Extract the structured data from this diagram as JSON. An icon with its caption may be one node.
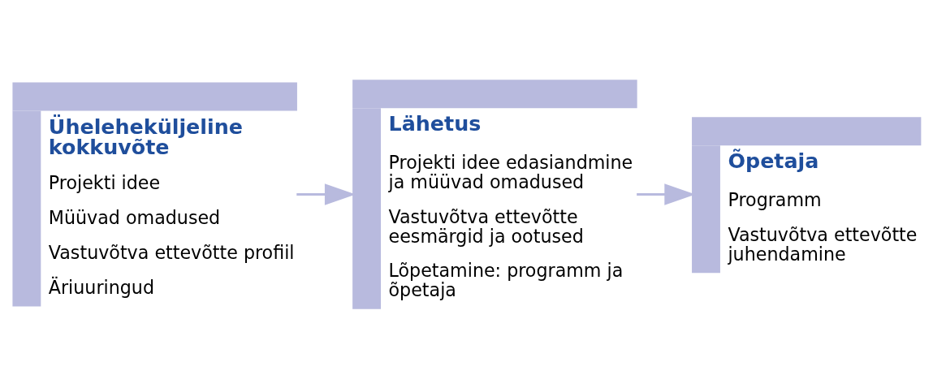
{
  "diagram": {
    "nodes": [
      {
        "text": [
          "Üheleheküljeline kokkuvõte",
          "Projekti idee",
          "Müüvad omadused",
          "Vastuvõtva ettevõtte profiil",
          "Äriuuringud"
        ]
      },
      {
        "text": [
          "Lähetus",
          "Projekti idee edasiandmine ja müüvad omadused",
          "Vastuvõtva ettevõtte eesmärgid ja ootused",
          "Lõpetamine: programm ja õpetaja"
        ]
      },
      {
        "text": [
          "Õpetaja",
          "Programm",
          "Vastuvõtva ettevõtte juhendamine"
        ]
      }
    ],
    "edges": [
      {
        "from": 0,
        "to": 1,
        "arrow": "to"
      },
      {
        "from": 1,
        "to": 2,
        "arrow": "to"
      }
    ]
  }
}
